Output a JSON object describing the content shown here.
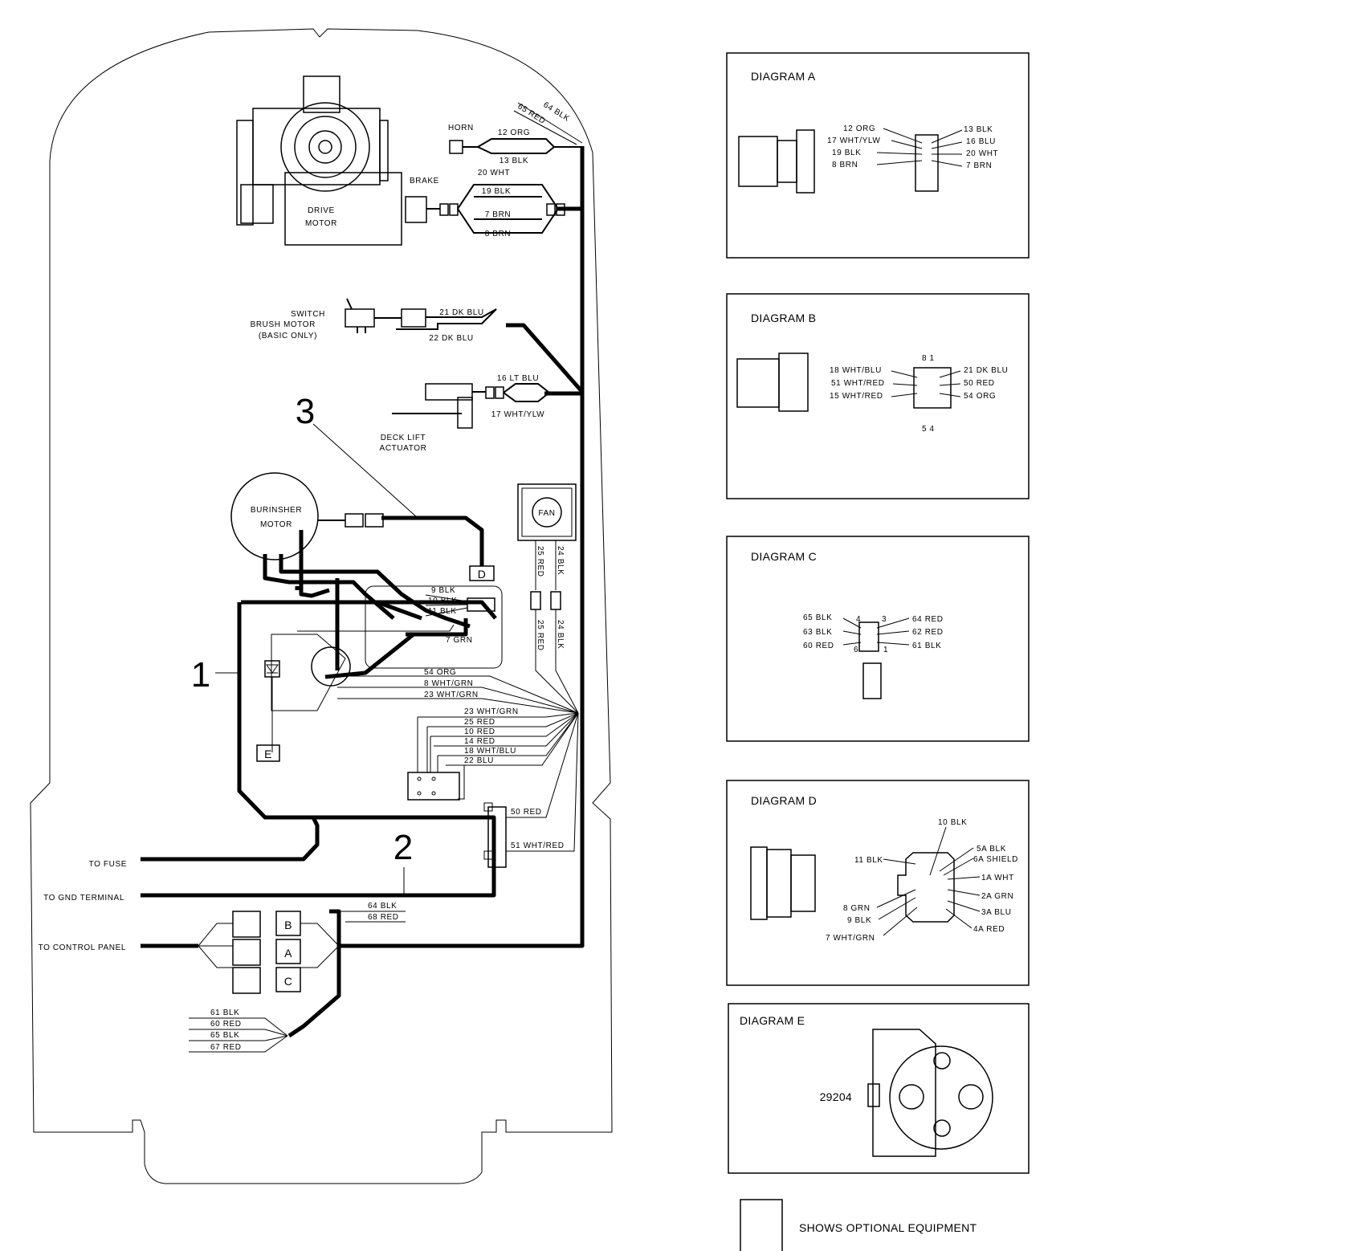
{
  "main_diagram": {
    "callouts": [
      "1",
      "2",
      "3"
    ],
    "components": {
      "drive_motor": [
        "DRIVE",
        "MOTOR"
      ],
      "brake": "BRAKE",
      "horn": "HORN",
      "brush_switch": [
        "SWITCH",
        "BRUSH MOTOR",
        "(BASIC ONLY)"
      ],
      "deck_lift": [
        "DECK LIFT",
        "ACTUATOR"
      ],
      "burnisher_motor": [
        "BURINSHER",
        "MOTOR"
      ],
      "fan": "FAN",
      "connector_d": "D",
      "connector_e": "E",
      "connectors_abc": [
        "B",
        "A",
        "C"
      ]
    },
    "wires": {
      "top_right": [
        "64 BLK",
        "65 RED"
      ],
      "horn": [
        "12 ORG",
        "13 BLK"
      ],
      "brake": [
        "20 WHT",
        "19 BLK",
        "7 BRN",
        "8 BRN"
      ],
      "brush_switch": [
        "21 DK BLU",
        "22 DK BLU"
      ],
      "deck_lift": [
        "16 LT BLU",
        "17 WHT/YLW"
      ],
      "fan": [
        "25 RED",
        "24 BLK",
        "25 RED",
        "24 BLK"
      ],
      "burnisher_block": [
        "9 BLK",
        "10 BLK",
        "11 BLK",
        "7 GRN"
      ],
      "to_module": [
        "54 ORG",
        "8 WHT/GRN",
        "23 WHT/GRN"
      ],
      "lower_bundle": [
        "23 WHT/GRN",
        "25 RED",
        "10 RED",
        "14 RED",
        "18 WHT/BLU",
        "22 BLU"
      ],
      "relay": [
        "50 RED",
        "51 WHT/RED"
      ],
      "control_top": [
        "64 BLK",
        "68 RED"
      ],
      "control_bottom": [
        "61 BLK",
        "60 RED",
        "65 BLK",
        "67 RED"
      ]
    },
    "left_labels": [
      "TO FUSE",
      "TO GND TERMINAL",
      "TO CONTROL PANEL"
    ]
  },
  "diagram_a": {
    "title": "DIAGRAM A",
    "left_pins": [
      "12 ORG",
      "17 WHT/YLW",
      "19 BLK",
      "8 BRN"
    ],
    "right_pins": [
      "13 BLK",
      "16 BLU",
      "20 WHT",
      "7 BRN"
    ]
  },
  "diagram_b": {
    "title": "DIAGRAM B",
    "left_pins": [
      "18 WHT/BLU",
      "51 WHT/RED",
      "15 WHT/RED"
    ],
    "right_pins": [
      "21 DK BLU",
      "50 RED",
      "54 ORG"
    ],
    "pin_top": "8  1",
    "pin_bottom": "5  4"
  },
  "diagram_c": {
    "title": "DIAGRAM C",
    "left_pins": [
      "65 BLK",
      "63 BLK",
      "60 RED"
    ],
    "right_pins": [
      "64 RED",
      "62 RED",
      "61 BLK"
    ],
    "pin_numbers": [
      "4",
      "3",
      "6",
      "1"
    ]
  },
  "diagram_d": {
    "title": "DIAGRAM D",
    "top_pin": "10 BLK",
    "left_pins": [
      "11 BLK",
      "8 GRN",
      "9 BLK",
      "7 WHT/GRN"
    ],
    "right_pins": [
      "5A BLK",
      "6A SHIELD",
      "1A WHT",
      "2A GRN",
      "3A BLU",
      "4A RED"
    ]
  },
  "diagram_e": {
    "title": "DIAGRAM E",
    "part": "29204"
  },
  "legend": {
    "text": "SHOWS OPTIONAL EQUIPMENT"
  }
}
